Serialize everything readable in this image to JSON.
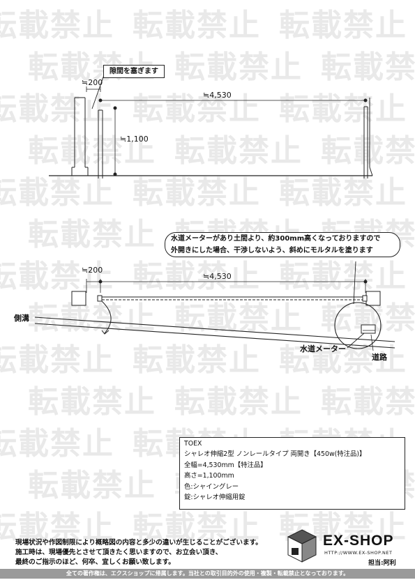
{
  "watermark": {
    "text": "転載禁止"
  },
  "elevation": {
    "callout": "隙間を塞ぎます",
    "gap_dim": "≒200",
    "width_dim": "≒4,530",
    "height_dim": "≒1,100"
  },
  "plan": {
    "callout_line1": "水道メーターがあり土間より、約300mm高くなっておりますので",
    "callout_line2": "外開きにした場合、干渉しないよう、斜めにモルタルを塗ります",
    "gap_dim": "≒200",
    "width_dim": "≒4,530",
    "ditch_label": "側溝",
    "meter_label": "水道メーター",
    "road_label": "道路"
  },
  "spec": {
    "lines": [
      "TOEX",
      "シャレオ伸縮2型 ノンレールタイプ 両開き【450w(特注品)】",
      "全幅=4,530mm【特注品】",
      "高さ=1,100mm",
      "色:シャイングレー",
      "錠:シャレオ伸縮用錠"
    ]
  },
  "note": {
    "lines": [
      "現場状況や作図制限により概略図の内容と多少の違いが生じることがございます。",
      "施工時は、現場優先とさせて頂きたく思いますので、お立会い頂き、",
      "最終のご指示のほど、何卒、宜しくお願い致します。"
    ]
  },
  "logo": {
    "name": "EX-SHOP",
    "url": "HTTP://WWW.EX-SHOP.NET",
    "staff": "担当:阿利"
  },
  "footer": {
    "text": "全ての著作権は、エクスショップに帰属します。当社との取引目的外の使用・複製・転載禁止となっております。"
  }
}
